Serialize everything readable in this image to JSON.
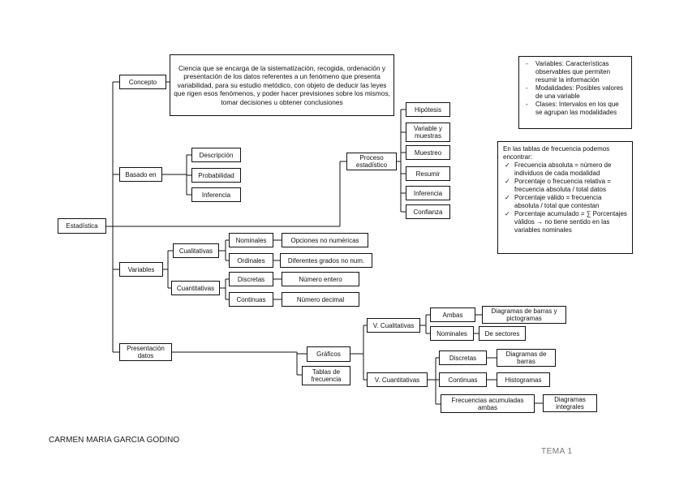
{
  "nodes": {
    "estadistica": "Estadística",
    "concepto": "Concepto",
    "definicion": "Ciencia que se encarga de la sistematización, recogida, ordenación y presentación de los datos referentes a un fenómeno que presenta variabilidad, para su estudio metódico, con objeto de deducir las leyes que rigen esos fenómenos, y poder hacer previsiones sobre los mismos, tomar decisiones u obtener conclusiones",
    "basado_en": "Basado en",
    "descripcion": "Descripción",
    "probabilidad": "Probabilidad",
    "inferencia": "Inferencia",
    "proceso": "Proceso estadístico",
    "hipotesis": "Hipótesis",
    "variable_muestras": "Variable y muestras",
    "muestreo": "Muestreo",
    "resumir": "Resumir",
    "inferencia2": "Inferencia",
    "confianza": "Confianza",
    "variables": "Variables",
    "cualitativas": "Cualitativas",
    "nominales": "Nominales",
    "opciones": "Opciones no numéricas",
    "ordinales": "Ordinales",
    "diferentes": "Diferentes grados no num.",
    "cuantitativas": "Cuantitativas",
    "discretas": "Discretas",
    "numero_entero": "Número entero",
    "continuas": "Continuas",
    "numero_decimal": "Número decimal",
    "presentacion": "Presentación datos",
    "graficos": "Gráficos",
    "tablas": "Tablas de frecuencia",
    "v_cualitativas": "V. Cualitativas",
    "ambas": "Ambas",
    "diag_barras_picto": "Diagramas de barras y pictogramas",
    "nominales2": "Nominales",
    "de_sectores": "De sectores",
    "v_cuantitativas": "V. Cuantitativas",
    "discretas2": "Discretas",
    "diag_barras": "Diagramas de barras",
    "continuas2": "Continuas",
    "histogramas": "Histogramas",
    "frec_acum": "Frecuencias acumuladas ambas",
    "diag_integrales": "Diagramas integrales"
  },
  "note_variables": {
    "items": [
      "Variables: Características observables que permiten resumir la información",
      "Modalidades: Posibles valores de una variable",
      "Clases: Intervalos en los que se agrupan las modalidades"
    ]
  },
  "note_tablas": {
    "intro": "En las tablas de frecuencia podemos encontrar:",
    "items": [
      "Frecuencia absoluta = número de individuos de cada modalidad",
      "Porcentaje o frecuencia relativa = frecuencia absoluta / total datos",
      "Porcentaje válido = frecuencia absoluta / total que contestan",
      "Porcentaje acumulado = ∑ Porcentajes válidos → no tiene sentido en las variables nominales"
    ]
  },
  "footer": {
    "author": "CARMEN MARIA GARCIA GODINO",
    "tema": "TEMA 1"
  }
}
